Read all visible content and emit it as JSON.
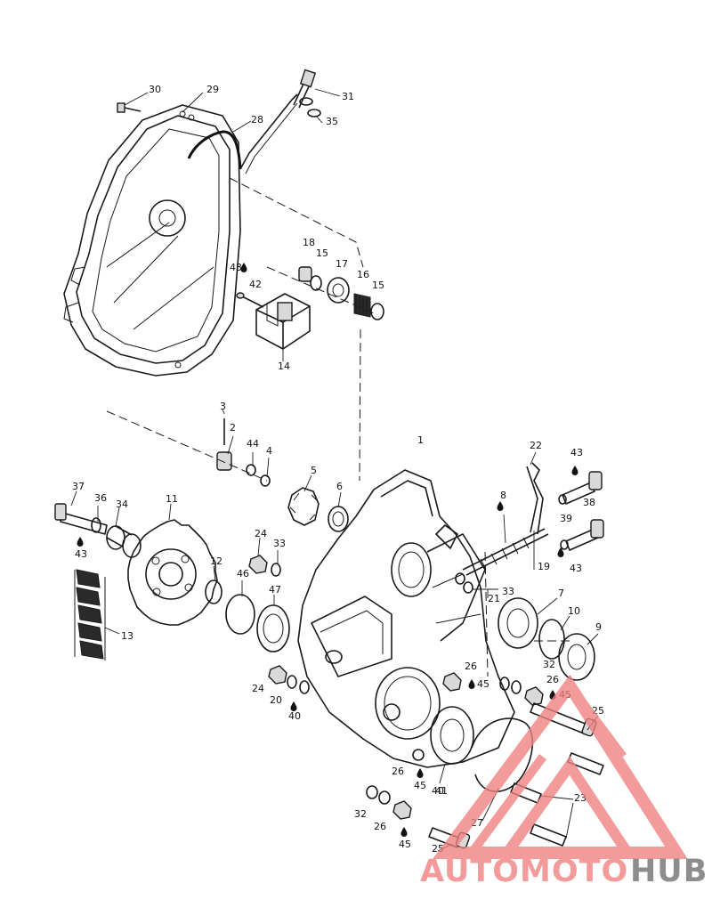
{
  "callouts": [
    {
      "id": "c1",
      "text": "1"
    },
    {
      "id": "c2",
      "text": "2"
    },
    {
      "id": "c3",
      "text": "3"
    },
    {
      "id": "c4",
      "text": "4"
    },
    {
      "id": "c5",
      "text": "5"
    },
    {
      "id": "c6",
      "text": "6"
    },
    {
      "id": "c7",
      "text": "7"
    },
    {
      "id": "c8",
      "text": "8"
    },
    {
      "id": "c9",
      "text": "9"
    },
    {
      "id": "c10",
      "text": "10"
    },
    {
      "id": "c11",
      "text": "11"
    },
    {
      "id": "c12",
      "text": "12"
    },
    {
      "id": "c13",
      "text": "13"
    },
    {
      "id": "c14",
      "text": "14"
    },
    {
      "id": "c15a",
      "text": "15"
    },
    {
      "id": "c15b",
      "text": "15"
    },
    {
      "id": "c16",
      "text": "16"
    },
    {
      "id": "c17",
      "text": "17"
    },
    {
      "id": "c18",
      "text": "18"
    },
    {
      "id": "c19",
      "text": "19"
    },
    {
      "id": "c20",
      "text": "20"
    },
    {
      "id": "c21",
      "text": "21"
    },
    {
      "id": "c22",
      "text": "22"
    },
    {
      "id": "c23",
      "text": "23"
    },
    {
      "id": "c24a",
      "text": "24"
    },
    {
      "id": "c24b",
      "text": "24"
    },
    {
      "id": "c25a",
      "text": "25"
    },
    {
      "id": "c25b",
      "text": "25"
    },
    {
      "id": "c26a",
      "text": "26"
    },
    {
      "id": "c26b",
      "text": "26"
    },
    {
      "id": "c26c",
      "text": "26"
    },
    {
      "id": "c26d",
      "text": "26"
    },
    {
      "id": "c27",
      "text": "27"
    },
    {
      "id": "c28",
      "text": "28"
    },
    {
      "id": "c29",
      "text": "29"
    },
    {
      "id": "c30",
      "text": "30"
    },
    {
      "id": "c31",
      "text": "31"
    },
    {
      "id": "c32a",
      "text": "32"
    },
    {
      "id": "c32b",
      "text": "32"
    },
    {
      "id": "c33a",
      "text": "33"
    },
    {
      "id": "c33b",
      "text": "33"
    },
    {
      "id": "c34",
      "text": "34"
    },
    {
      "id": "c35",
      "text": "35"
    },
    {
      "id": "c36",
      "text": "36"
    },
    {
      "id": "c37",
      "text": "37"
    },
    {
      "id": "c38",
      "text": "38"
    },
    {
      "id": "c39",
      "text": "39"
    },
    {
      "id": "c40a",
      "text": "40"
    },
    {
      "id": "c40b",
      "text": "40"
    },
    {
      "id": "c41",
      "text": "41"
    },
    {
      "id": "c42",
      "text": "42"
    },
    {
      "id": "c43a",
      "text": "43"
    },
    {
      "id": "c43b",
      "text": "43"
    },
    {
      "id": "c43c",
      "text": "43"
    },
    {
      "id": "c43d",
      "text": "43"
    },
    {
      "id": "c44",
      "text": "44"
    },
    {
      "id": "c45a",
      "text": "45"
    },
    {
      "id": "c45b",
      "text": "45"
    },
    {
      "id": "c45c",
      "text": "45"
    },
    {
      "id": "c45d",
      "text": "45"
    },
    {
      "id": "c46",
      "text": "46"
    },
    {
      "id": "c47",
      "text": "47"
    }
  ],
  "watermark": {
    "brand_part1": "AUTOMOTO",
    "brand_part2": "HUB",
    "color_primary": "#f08080",
    "color_secondary": "#6e6e6e"
  },
  "icons": {
    "lubricant": "oil-drop-icon"
  }
}
